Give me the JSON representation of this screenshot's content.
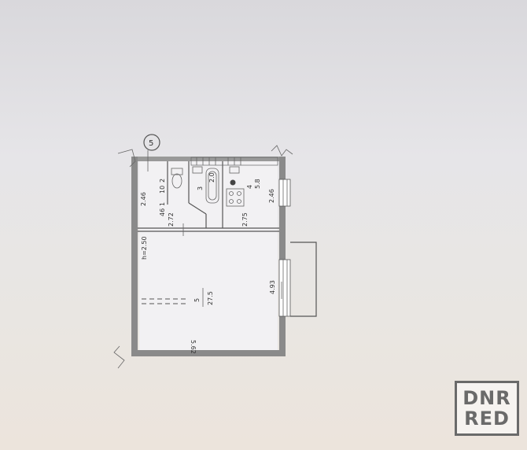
{
  "plan": {
    "axis_marker": "5",
    "height_note": "h=2.50",
    "rooms": [
      {
        "number": "1",
        "area": "46"
      },
      {
        "number": "2",
        "area": "10"
      },
      {
        "number": "3",
        "area": "2.0"
      },
      {
        "number": "4",
        "area": "5.8"
      },
      {
        "number": "5",
        "area": "27.5"
      }
    ],
    "dimensions": {
      "hall_width": "2.46",
      "kitchen_width": "2.46",
      "corridor_left": "2.72",
      "corridor_right": "2.75",
      "room_depth": "4.93",
      "room_width": "5.62"
    }
  },
  "watermark": {
    "line1": "DNR",
    "line2": "RED"
  }
}
